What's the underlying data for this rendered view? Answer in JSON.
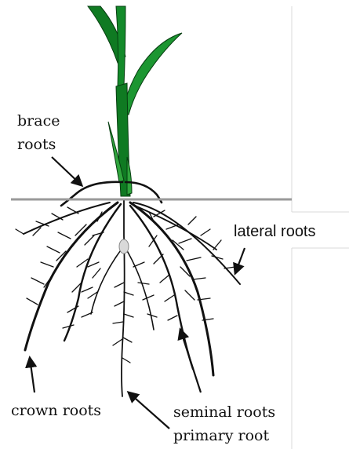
{
  "labels": {
    "brace_line1": "brace",
    "brace_line2": "roots",
    "lateral": "lateral roots",
    "crown": "crown roots",
    "seminal": "seminal roots",
    "primary": "primary root"
  },
  "colors": {
    "leaf_dark": "#0f7a22",
    "leaf_light": "#2fa53c",
    "soil_line": "#9a9a9a",
    "root": "#111111",
    "seed": "#d9d9d9"
  }
}
